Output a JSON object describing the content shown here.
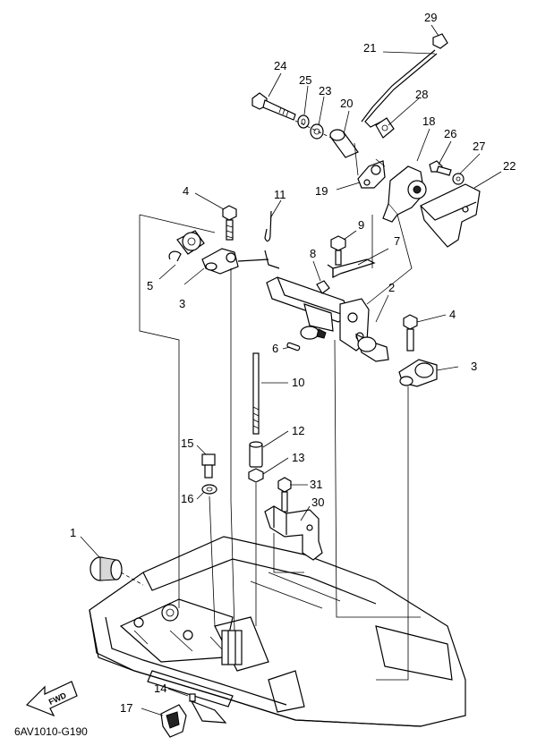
{
  "callouts": {
    "c1": "1",
    "c2": "2",
    "c3a": "3",
    "c3b": "3",
    "c4a": "4",
    "c4b": "4",
    "c5": "5",
    "c6": "6",
    "c7": "7",
    "c8": "8",
    "c9": "9",
    "c10": "10",
    "c11": "11",
    "c12": "12",
    "c13": "13",
    "c14": "14",
    "c15": "15",
    "c16": "16",
    "c17": "17",
    "c18": "18",
    "c19": "19",
    "c20": "20",
    "c21": "21",
    "c22": "22",
    "c23": "23",
    "c24": "24",
    "c25": "25",
    "c26": "26",
    "c27": "27",
    "c28": "28",
    "c29": "29",
    "c30": "30",
    "c31": "31"
  },
  "fwd_label": "FWD",
  "diagram_code": "6AV1010-G190"
}
